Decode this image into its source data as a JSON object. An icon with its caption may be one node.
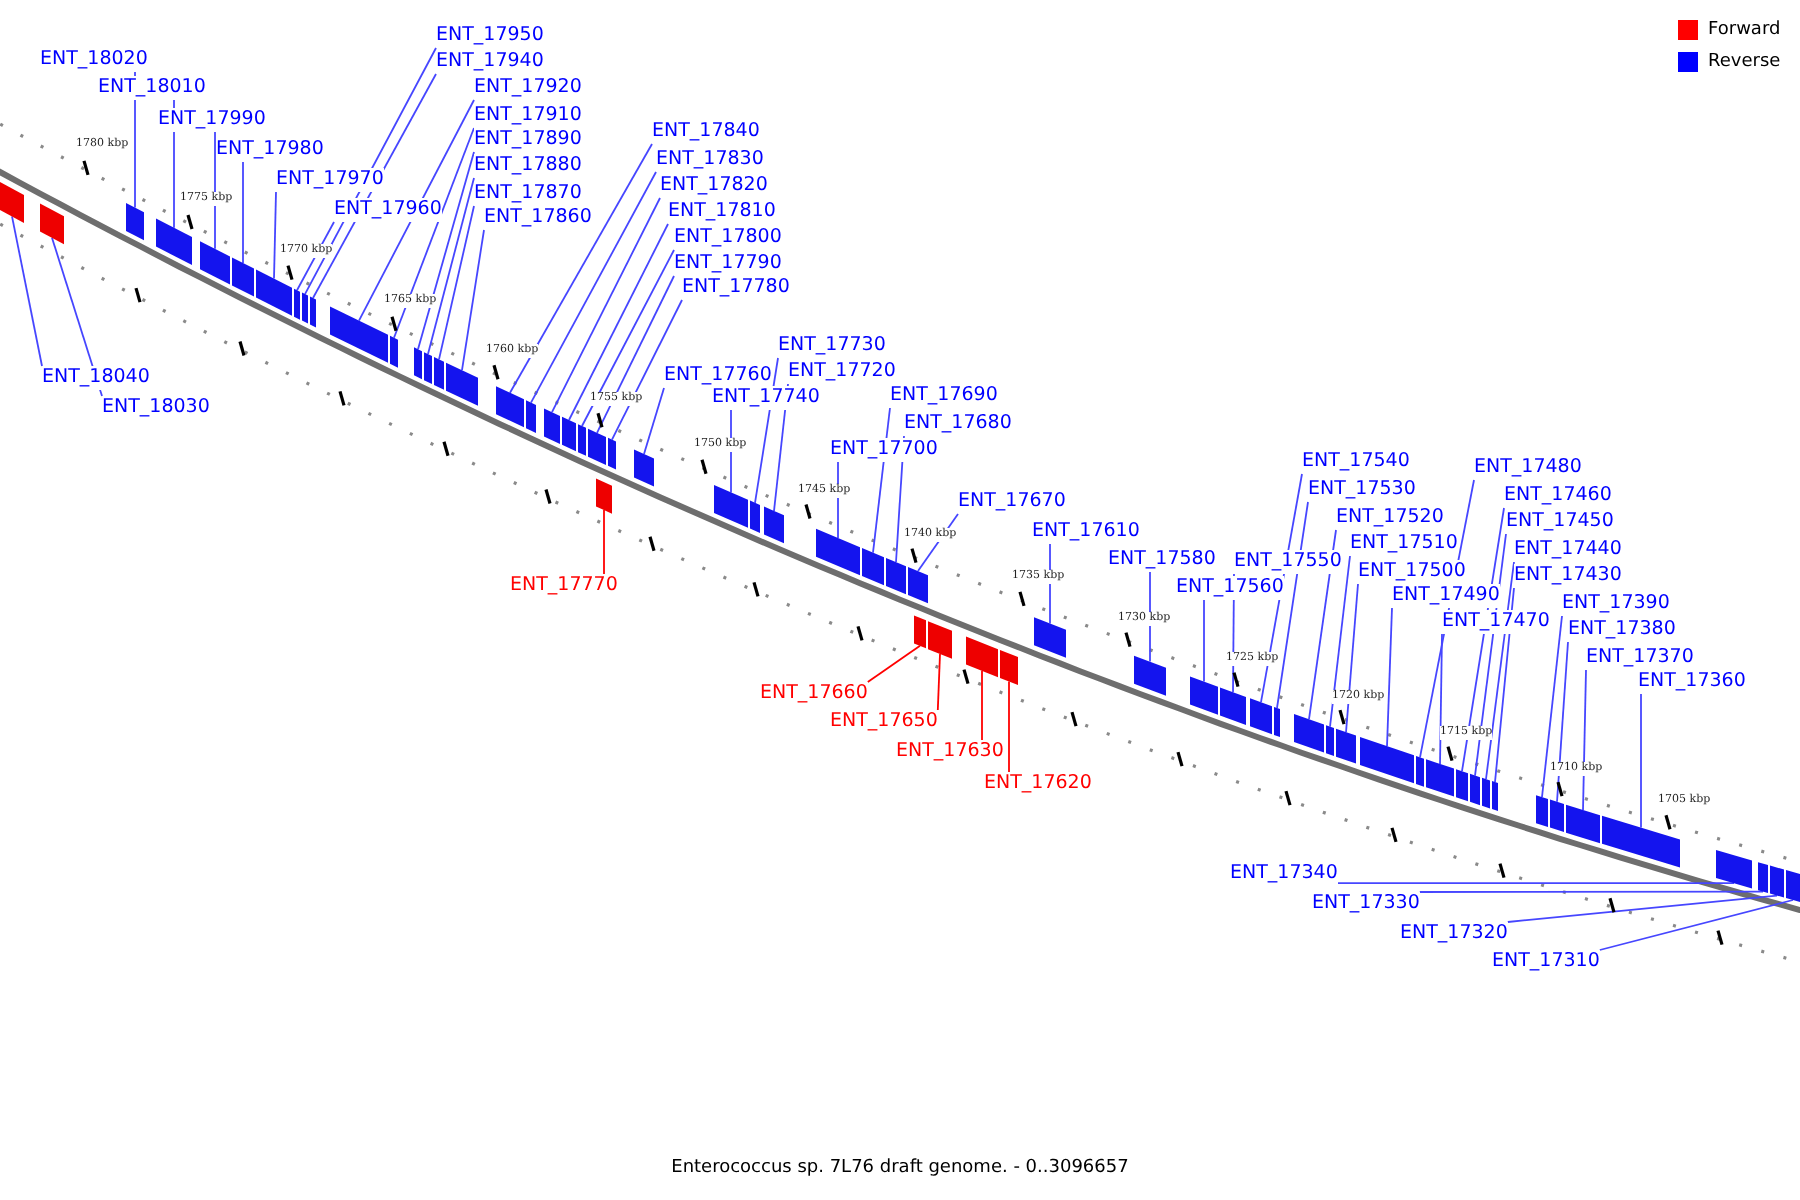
{
  "diagram": {
    "caption": "Enterococcus sp. 7L76 draft genome. - 0..3096657",
    "nodes": [
      {
        "text": [
          "ENT_18040"
        ]
      },
      {
        "text": [],
        "shape": "box"
      },
      {
        "text": [
          "ENT_18030"
        ]
      },
      {
        "text": [],
        "shape": "box"
      },
      {
        "text": [
          "ENT_18020"
        ]
      },
      {
        "text": [],
        "shape": "box"
      },
      {
        "text": [
          "ENT_18010"
        ]
      },
      {
        "text": [],
        "shape": "box"
      },
      {
        "text": [
          "ENT_17990"
        ]
      },
      {
        "text": [],
        "shape": "box"
      },
      {
        "text": [
          "ENT_17980"
        ]
      },
      {
        "text": [],
        "shape": "box"
      },
      {
        "text": [
          "ENT_17970"
        ]
      },
      {
        "text": [],
        "shape": "box"
      },
      {
        "text": [
          "ENT_17960"
        ]
      },
      {
        "text": [],
        "shape": "box"
      },
      {
        "text": [
          "ENT_17950"
        ]
      },
      {
        "text": [],
        "shape": "box"
      },
      {
        "text": [
          "ENT_17940"
        ]
      },
      {
        "text": [],
        "shape": "box"
      },
      {
        "text": [
          "ENT_17920"
        ]
      },
      {
        "text": [],
        "shape": "box"
      },
      {
        "text": [
          "ENT_17910"
        ]
      },
      {
        "text": [],
        "shape": "box"
      },
      {
        "text": [
          "ENT_17890"
        ]
      },
      {
        "text": [],
        "shape": "box"
      },
      {
        "text": [
          "ENT_17880"
        ]
      },
      {
        "text": [],
        "shape": "box"
      },
      {
        "text": [
          "ENT_17870"
        ]
      },
      {
        "text": [],
        "shape": "box"
      },
      {
        "text": [
          "ENT_17860"
        ]
      },
      {
        "text": [],
        "shape": "box"
      },
      {
        "text": [
          "ENT_17840"
        ]
      },
      {
        "text": [],
        "shape": "box"
      },
      {
        "text": [
          "ENT_17830"
        ]
      },
      {
        "text": [],
        "shape": "box"
      },
      {
        "text": [
          "ENT_17820"
        ]
      },
      {
        "text": [],
        "shape": "box"
      },
      {
        "text": [
          "ENT_17810"
        ]
      },
      {
        "text": [],
        "shape": "box"
      },
      {
        "text": [
          "ENT_17800"
        ]
      },
      {
        "text": [],
        "shape": "box"
      },
      {
        "text": [
          "ENT_17790"
        ]
      },
      {
        "text": [],
        "shape": "box"
      },
      {
        "text": [
          "ENT_17780"
        ]
      },
      {
        "text": [],
        "shape": "box"
      },
      {
        "text": [
          "ENT_17770"
        ]
      },
      {
        "text": [],
        "shape": "box"
      },
      {
        "text": [
          "ENT_17760"
        ]
      },
      {
        "text": [],
        "shape": "box"
      },
      {
        "text": [
          "ENT_17740"
        ]
      },
      {
        "text": [],
        "shape": "box"
      },
      {
        "text": [
          "ENT_17730"
        ]
      },
      {
        "text": [],
        "shape": "box"
      },
      {
        "text": [
          "ENT_17720"
        ]
      },
      {
        "text": [],
        "shape": "box"
      },
      {
        "text": [
          "ENT_17700"
        ]
      },
      {
        "text": [],
        "shape": "box"
      },
      {
        "text": [
          "ENT_17690"
        ]
      },
      {
        "text": [],
        "shape": "box"
      },
      {
        "text": [
          "ENT_17680"
        ]
      },
      {
        "text": [],
        "shape": "box"
      },
      {
        "text": [
          "ENT_17670"
        ]
      },
      {
        "text": [],
        "shape": "box"
      },
      {
        "text": [
          "ENT_17660"
        ]
      },
      {
        "text": [],
        "shape": "box"
      },
      {
        "text": [
          "ENT_17650"
        ]
      },
      {
        "text": [],
        "shape": "box"
      },
      {
        "text": [
          "ENT_17630"
        ]
      },
      {
        "text": [],
        "shape": "box"
      },
      {
        "text": [
          "ENT_17620"
        ]
      },
      {
        "text": [],
        "shape": "box"
      },
      {
        "text": [
          "ENT_17610"
        ]
      },
      {
        "text": [],
        "shape": "box"
      },
      {
        "text": [
          "ENT_17580"
        ]
      },
      {
        "text": [],
        "shape": "box"
      },
      {
        "text": [
          "ENT_17560"
        ]
      },
      {
        "text": [],
        "shape": "box"
      },
      {
        "text": [
          "ENT_17550"
        ]
      },
      {
        "text": [],
        "shape": "box"
      },
      {
        "text": [
          "ENT_17540"
        ]
      },
      {
        "text": [],
        "shape": "box"
      },
      {
        "text": [
          "ENT_17530"
        ]
      },
      {
        "text": [],
        "shape": "box"
      },
      {
        "text": [
          "ENT_17520"
        ]
      },
      {
        "text": [],
        "shape": "box"
      },
      {
        "text": [
          "ENT_17510"
        ]
      },
      {
        "text": [],
        "shape": "box"
      },
      {
        "text": [
          "ENT_17500"
        ]
      },
      {
        "text": [],
        "shape": "box"
      },
      {
        "text": [
          "ENT_17490"
        ]
      },
      {
        "text": [],
        "shape": "box"
      },
      {
        "text": [
          "ENT_17480"
        ]
      },
      {
        "text": [],
        "shape": "box"
      },
      {
        "text": [
          "ENT_17470"
        ]
      },
      {
        "text": [],
        "shape": "box"
      },
      {
        "text": [
          "ENT_17460"
        ]
      },
      {
        "text": [],
        "shape": "box"
      },
      {
        "text": [
          "ENT_17450"
        ]
      },
      {
        "text": [],
        "shape": "box"
      },
      {
        "text": [
          "ENT_17440"
        ]
      },
      {
        "text": [],
        "shape": "box"
      },
      {
        "text": [
          "ENT_17430"
        ]
      },
      {
        "text": [],
        "shape": "box"
      },
      {
        "text": [
          "ENT_17390"
        ]
      },
      {
        "text": [],
        "shape": "box"
      },
      {
        "text": [
          "ENT_17380"
        ]
      },
      {
        "text": [],
        "shape": "box"
      },
      {
        "text": [
          "ENT_17370"
        ]
      },
      {
        "text": [],
        "shape": "box"
      },
      {
        "text": [
          "ENT_17360"
        ]
      },
      {
        "text": [],
        "shape": "box"
      },
      {
        "text": [
          "ENT_17340"
        ]
      },
      {
        "text": [],
        "shape": "box"
      },
      {
        "text": [
          "ENT_17330"
        ]
      },
      {
        "text": [],
        "shape": "box"
      },
      {
        "text": [
          "ENT_17320"
        ]
      },
      {
        "text": [],
        "shape": "box"
      },
      {
        "text": [
          "ENT_17310"
        ]
      },
      {
        "text": [],
        "shape": "box"
      }
    ],
    "edges": [
      {
        "from": 0,
        "to": 1,
        "arrow": "none"
      },
      {
        "from": 2,
        "to": 3,
        "arrow": "none"
      },
      {
        "from": 4,
        "to": 5,
        "arrow": "none"
      },
      {
        "from": 6,
        "to": 7,
        "arrow": "none"
      },
      {
        "from": 8,
        "to": 9,
        "arrow": "none"
      },
      {
        "from": 10,
        "to": 11,
        "arrow": "none"
      },
      {
        "from": 12,
        "to": 13,
        "arrow": "none"
      },
      {
        "from": 14,
        "to": 15,
        "arrow": "none"
      },
      {
        "from": 16,
        "to": 17,
        "arrow": "none"
      },
      {
        "from": 18,
        "to": 19,
        "arrow": "none"
      },
      {
        "from": 20,
        "to": 21,
        "arrow": "none"
      },
      {
        "from": 22,
        "to": 23,
        "arrow": "none"
      },
      {
        "from": 24,
        "to": 25,
        "arrow": "none"
      },
      {
        "from": 26,
        "to": 27,
        "arrow": "none"
      },
      {
        "from": 28,
        "to": 29,
        "arrow": "none"
      },
      {
        "from": 30,
        "to": 31,
        "arrow": "none"
      },
      {
        "from": 32,
        "to": 33,
        "arrow": "none"
      },
      {
        "from": 34,
        "to": 35,
        "arrow": "none"
      },
      {
        "from": 36,
        "to": 37,
        "arrow": "none"
      },
      {
        "from": 38,
        "to": 39,
        "arrow": "none"
      },
      {
        "from": 40,
        "to": 41,
        "arrow": "none"
      },
      {
        "from": 42,
        "to": 43,
        "arrow": "none"
      },
      {
        "from": 44,
        "to": 45,
        "arrow": "none"
      },
      {
        "from": 46,
        "to": 47,
        "arrow": "none",
        "color": "#ff0000"
      },
      {
        "from": 48,
        "to": 49,
        "arrow": "none"
      },
      {
        "from": 50,
        "to": 51,
        "arrow": "none"
      },
      {
        "from": 52,
        "to": 53,
        "arrow": "none"
      },
      {
        "from": 54,
        "to": 55,
        "arrow": "none"
      },
      {
        "from": 56,
        "to": 57,
        "arrow": "none"
      },
      {
        "from": 58,
        "to": 59,
        "arrow": "none"
      },
      {
        "from": 60,
        "to": 61,
        "arrow": "none"
      },
      {
        "from": 62,
        "to": 63,
        "arrow": "none"
      },
      {
        "from": 64,
        "to": 65,
        "arrow": "none",
        "color": "#ff0000"
      },
      {
        "from": 66,
        "to": 67,
        "arrow": "none",
        "color": "#ff0000"
      },
      {
        "from": 68,
        "to": 69,
        "arrow": "none",
        "color": "#ff0000"
      },
      {
        "from": 70,
        "to": 71,
        "arrow": "none",
        "color": "#ff0000"
      },
      {
        "from": 72,
        "to": 73,
        "arrow": "none"
      },
      {
        "from": 74,
        "to": 75,
        "arrow": "none"
      },
      {
        "from": 76,
        "to": 77,
        "arrow": "none"
      },
      {
        "from": 78,
        "to": 79,
        "arrow": "none"
      },
      {
        "from": 80,
        "to": 81,
        "arrow": "none"
      },
      {
        "from": 82,
        "to": 83,
        "arrow": "none"
      },
      {
        "from": 84,
        "to": 85,
        "arrow": "none"
      },
      {
        "from": 86,
        "to": 87,
        "arrow": "none"
      },
      {
        "from": 88,
        "to": 89,
        "arrow": "none"
      },
      {
        "from": 90,
        "to": 91,
        "arrow": "none"
      },
      {
        "from": 92,
        "to": 93,
        "arrow": "none"
      },
      {
        "from": 94,
        "to": 95,
        "arrow": "none"
      },
      {
        "from": 96,
        "to": 97,
        "arrow": "none"
      },
      {
        "from": 98,
        "to": 99,
        "arrow": "none"
      },
      {
        "from": 100,
        "to": 101,
        "arrow": "none"
      },
      {
        "from": 102,
        "to": 103,
        "arrow": "none"
      },
      {
        "from": 104,
        "to": 105,
        "arrow": "none"
      },
      {
        "from": 106,
        "to": 107,
        "arrow": "none"
      },
      {
        "from": 108,
        "to": 109,
        "arrow": "none"
      },
      {
        "from": 110,
        "to": 111,
        "arrow": "none"
      },
      {
        "from": 112,
        "to": 113,
        "arrow": "none"
      },
      {
        "from": 114,
        "to": 115,
        "arrow": "none"
      },
      {
        "from": 116,
        "to": 117,
        "arrow": "none"
      },
      {
        "from": 118,
        "to": 119,
        "arrow": "none"
      }
    ],
    "labels": [
      "1780 kbp",
      "1775 kbp",
      "1770 kbp",
      "1765 kbp",
      "1760 kbp",
      "1755 kbp",
      "1750 kbp",
      "1745 kbp",
      "1740 kbp",
      "1735 kbp",
      "1730 kbp",
      "1725 kbp",
      "1720 kbp",
      "1715 kbp",
      "1710 kbp",
      "1705 kbp"
    ],
    "legend": [
      {
        "text": "Forward",
        "color": "#ff0000"
      },
      {
        "text": "Reverse",
        "color": "#0000ff"
      }
    ]
  }
}
